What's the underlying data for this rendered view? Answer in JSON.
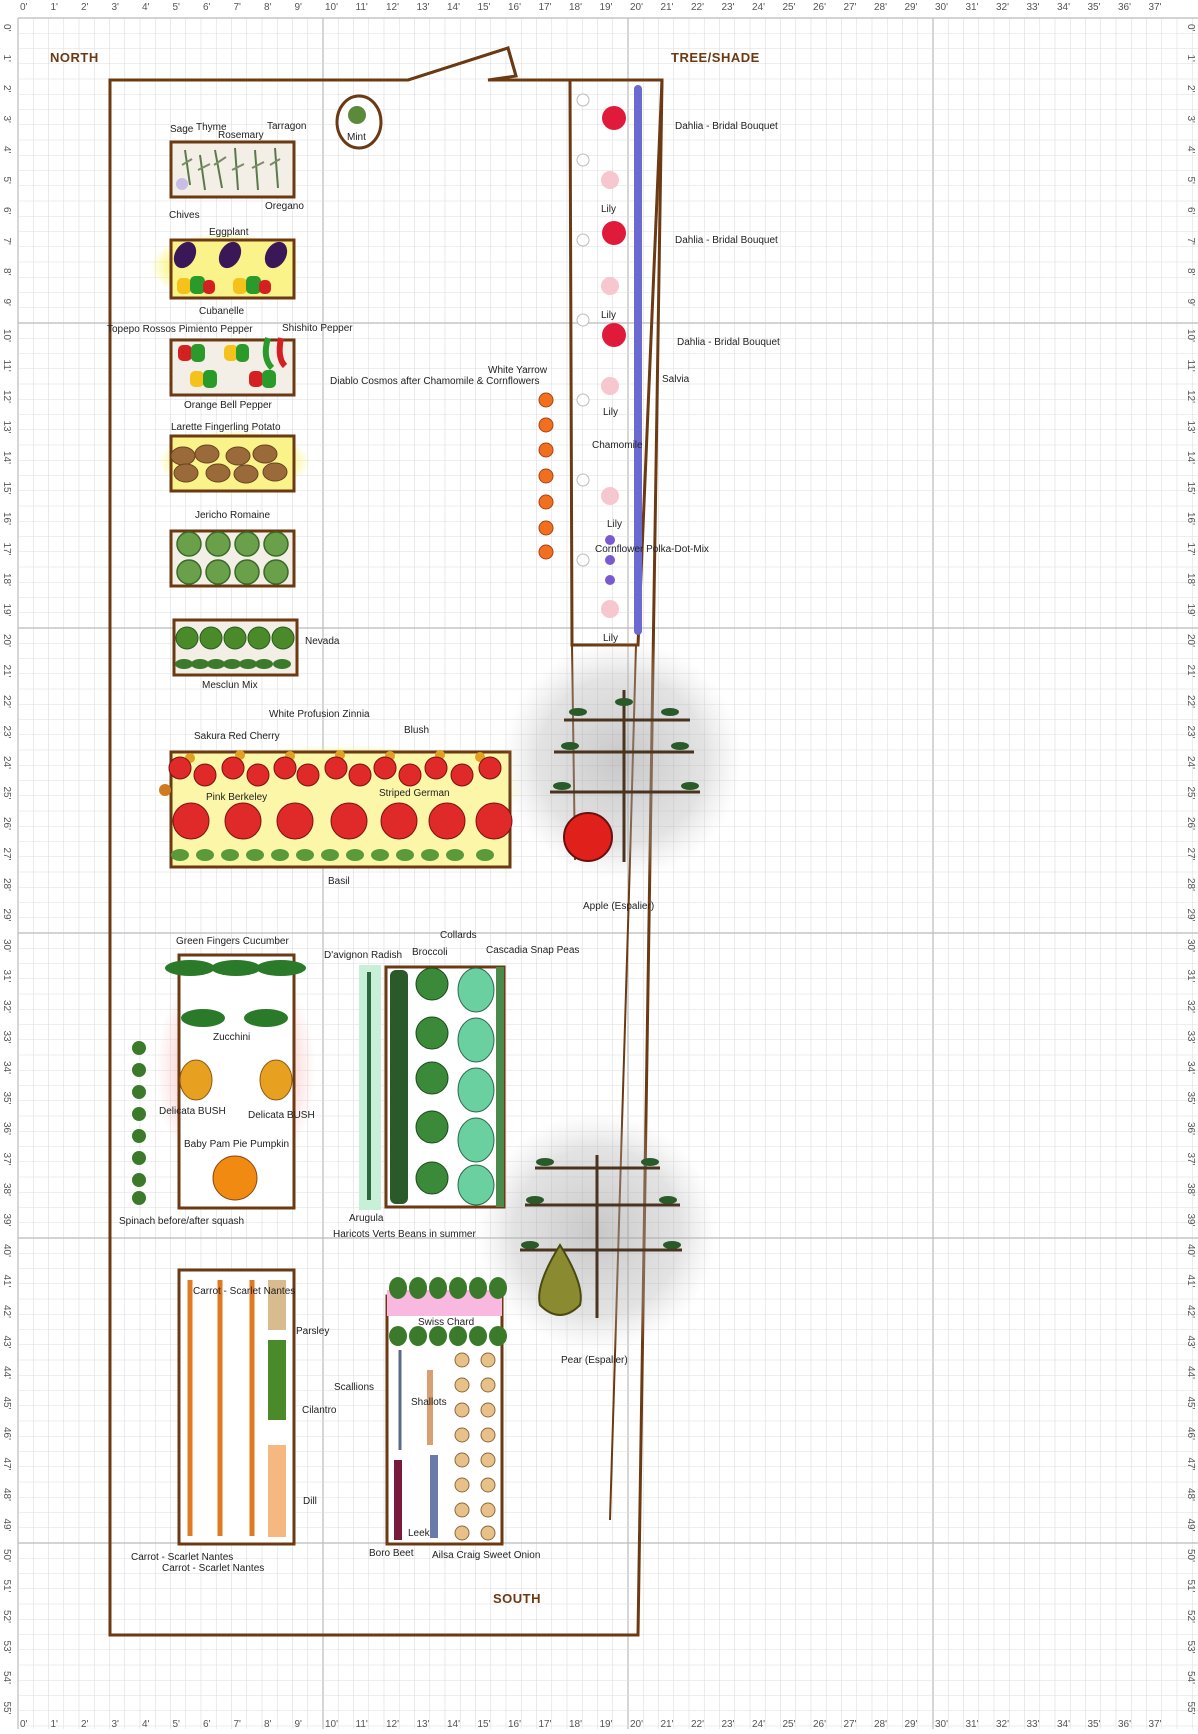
{
  "directions": {
    "north": "NORTH",
    "tree_shade": "TREE/SHADE",
    "south": "SOUTH"
  },
  "ruler": {
    "top": [
      "0'",
      "1'",
      "2'",
      "3'",
      "4'",
      "5'",
      "6'",
      "7'",
      "8'",
      "9'",
      "10'",
      "11'",
      "12'",
      "13'",
      "14'",
      "15'",
      "16'",
      "17'",
      "18'",
      "19'",
      "20'",
      "21'",
      "22'",
      "23'",
      "24'",
      "25'",
      "26'",
      "27'",
      "28'",
      "29'",
      "30'",
      "31'",
      "32'",
      "33'",
      "34'",
      "35'",
      "36'",
      "37'"
    ],
    "side": [
      "0'",
      "1'",
      "2'",
      "3'",
      "4'",
      "5'",
      "6'",
      "7'",
      "8'",
      "9'",
      "10'",
      "11'",
      "12'",
      "13'",
      "14'",
      "15'",
      "16'",
      "17'",
      "18'",
      "19'",
      "20'",
      "21'",
      "22'",
      "23'",
      "24'",
      "25'",
      "26'",
      "27'",
      "28'",
      "29'",
      "30'",
      "31'",
      "32'",
      "33'",
      "34'",
      "35'",
      "36'",
      "37'",
      "38'",
      "39'",
      "40'",
      "41'",
      "42'",
      "43'",
      "44'",
      "45'",
      "46'",
      "47'",
      "48'",
      "49'",
      "50'",
      "51'",
      "52'",
      "53'",
      "54'",
      "55'"
    ]
  },
  "herbs": {
    "sage": "Sage",
    "thyme": "Thyme",
    "rosemary": "Rosemary",
    "tarragon": "Tarragon",
    "chives": "Chives",
    "oregano": "Oregano",
    "mint": "Mint"
  },
  "veg": {
    "eggplant": "Eggplant",
    "cubanelle": "Cubanelle",
    "topepo": "Topepo Rossos Pimiento Pepper",
    "shishito": "Shishito Pepper",
    "orange_bell": "Orange Bell Pepper",
    "potato": "Larette Fingerling Potato",
    "romaine": "Jericho Romaine",
    "nevada": "Nevada",
    "mesclun": "Mesclun Mix"
  },
  "tomatoes": {
    "zinnia": "White Profusion Zinnia",
    "sakura": "Sakura Red Cherry",
    "blush": "Blush",
    "pink_berkeley": "Pink Berkeley",
    "striped_german": "Striped German",
    "basil": "Basil"
  },
  "flowers": {
    "dahlia_1": "Dahlia - Bridal Bouquet",
    "dahlia_2": "Dahlia - Bridal Bouquet",
    "dahlia_3": "Dahlia - Bridal Bouquet",
    "lily_1": "Lily",
    "lily_2": "Lily",
    "lily_3": "Lily",
    "lily_4": "Lily",
    "lily_5": "Lily",
    "white_yarrow": "White Yarrow",
    "diablo": "Diablo Cosmos after Chamomile & Cornflowers",
    "salvia": "Salvia",
    "chamomile": "Chamomile",
    "cornflower": "Cornflower Polka-Dot-Mix"
  },
  "trees": {
    "apple": "Apple (Espalier)",
    "pear": "Pear (Espalier)"
  },
  "cucurbits": {
    "cucumber": "Green Fingers Cucumber",
    "zucchini": "Zucchini",
    "delicata_1": "Delicata BUSH",
    "delicata_2": "Delicata BUSH",
    "pumpkin": "Baby Pam Pie Pumpkin",
    "spinach": "Spinach before/after squash"
  },
  "brassicas": {
    "radish": "D'avignon Radish",
    "collards": "Collards",
    "broccoli": "Broccoli",
    "peas": "Cascadia Snap Peas",
    "arugula": "Arugula",
    "beans": "Haricots Verts Beans in summer"
  },
  "roots": {
    "carrot_top": "Carrot - Scarlet Nantes",
    "parsley": "Parsley",
    "cilantro": "Cilantro",
    "dill": "Dill",
    "carrot_bl1": "Carrot - Scarlet Nantes",
    "carrot_bl2": "Carrot - Scarlet Nantes",
    "swiss_chard": "Swiss Chard",
    "scallions": "Scallions",
    "shallots": "Shallots",
    "leek": "Leek",
    "boro_beet": "Boro Beet",
    "onion": "Ailsa Craig Sweet Onion"
  },
  "colors": {
    "bed_border": "#6b3a12",
    "grid": "#dddddd",
    "grid_major": "#bbbbbb"
  }
}
